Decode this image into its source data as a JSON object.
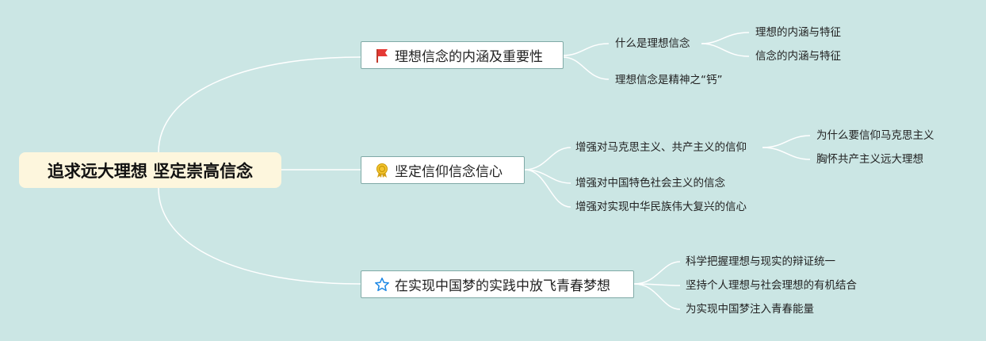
{
  "root": {
    "label": "追求远大理想 坚定崇高信念"
  },
  "branches": [
    {
      "label": "理想信念的内涵及重要性",
      "icon": "red-flag-icon",
      "children": [
        {
          "label": "什么是理想信念",
          "children": [
            "理想的内涵与特征",
            "信念的内涵与特征"
          ]
        },
        {
          "label": "理想信念是精神之“钙”"
        }
      ]
    },
    {
      "label": "坚定信仰信念信心",
      "icon": "award-medal-icon",
      "children": [
        {
          "label": "增强对马克思主义、共产主义的信仰",
          "children": [
            "为什么要信仰马克思主义",
            "胸怀共产主义远大理想"
          ]
        },
        {
          "label": "增强对中国特色社会主义的信念"
        },
        {
          "label": "增强对实现中华民族伟大复兴的信心"
        }
      ]
    },
    {
      "label": "在实现中国梦的实践中放飞青春梦想",
      "icon": "star-outline-icon",
      "children": [
        {
          "label": "科学把握理想与现实的辩证统一"
        },
        {
          "label": "坚持个人理想与社会理想的有机结合"
        },
        {
          "label": "为实现中国梦注入青春能量"
        }
      ]
    }
  ],
  "colors": {
    "background": "#cbe6e4",
    "root_fill": "#fdf6dd",
    "line": "#ffffff",
    "branch_border": "#7fa9a6"
  }
}
